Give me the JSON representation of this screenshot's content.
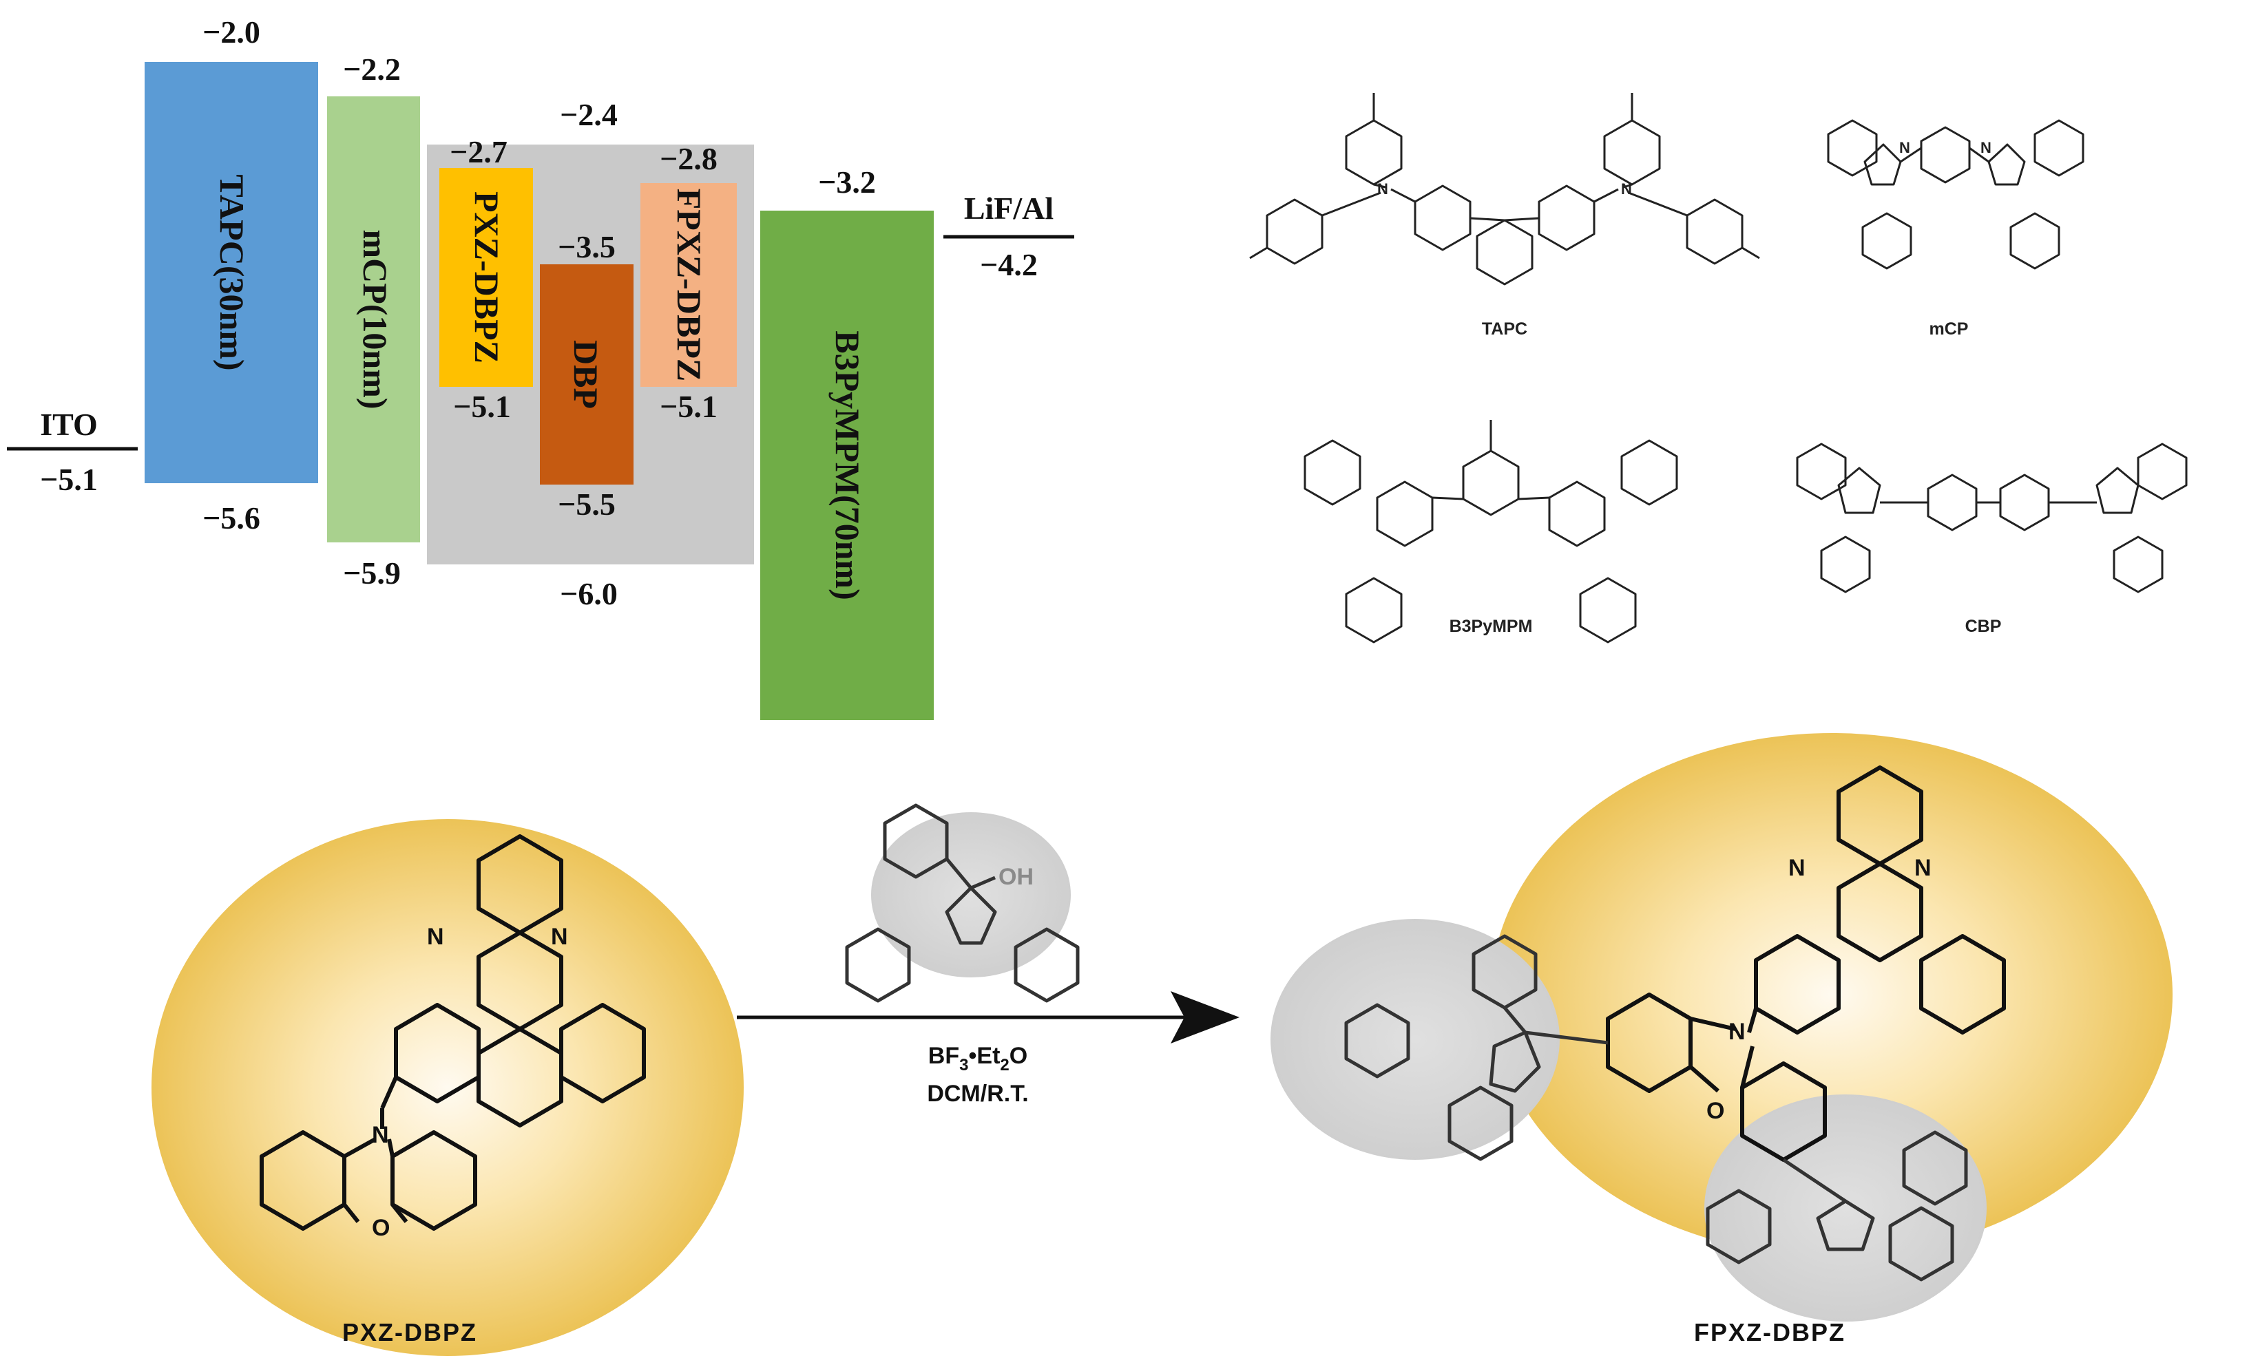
{
  "energy_diagram": {
    "electrodes": {
      "ito": {
        "label": "ITO",
        "level": "−5.1"
      },
      "cathode": {
        "label": "LiF/Al",
        "level": "−4.2"
      }
    },
    "layers": [
      {
        "label": "TAPC(30nm)",
        "lumo": "−2.0",
        "homo": "−5.6",
        "color": "#5b9bd5"
      },
      {
        "label": "mCP(10nm)",
        "lumo": "−2.2",
        "homo": "−5.9",
        "color": "#a9d18e"
      },
      {
        "label": "PXZ-DBPZ",
        "lumo": "−2.7",
        "homo": "−5.1",
        "color": "#ffc000"
      },
      {
        "label": "DBP",
        "lumo": "−3.5",
        "homo": "−5.5",
        "color": "#c55a11"
      },
      {
        "label": "FPXZ-DBPZ",
        "lumo": "−2.8",
        "homo": "−5.1",
        "color": "#f4b183"
      },
      {
        "label": "B3PyMPM(70nm)",
        "lumo": "−3.2",
        "homo": "",
        "color": "#70ad47"
      }
    ],
    "host_levels": {
      "lumo": "−2.4",
      "homo": "−6.0",
      "color": "#c9c9c9"
    }
  },
  "structures": {
    "tapc": "TAPC",
    "mcp": "mCP",
    "b3pympm": "B3PyMPM",
    "cbp": "CBP"
  },
  "atom_labels": {
    "n": "N",
    "o": "O",
    "oh": "OH"
  },
  "reaction": {
    "reactant": "PXZ-DBPZ",
    "product": "FPXZ-DBPZ",
    "reagent_line1": "BF",
    "reagent_sub1": "3",
    "reagent_mid": "•Et",
    "reagent_sub2": "2",
    "reagent_end": "O",
    "conditions_line2": "DCM/R.T."
  }
}
